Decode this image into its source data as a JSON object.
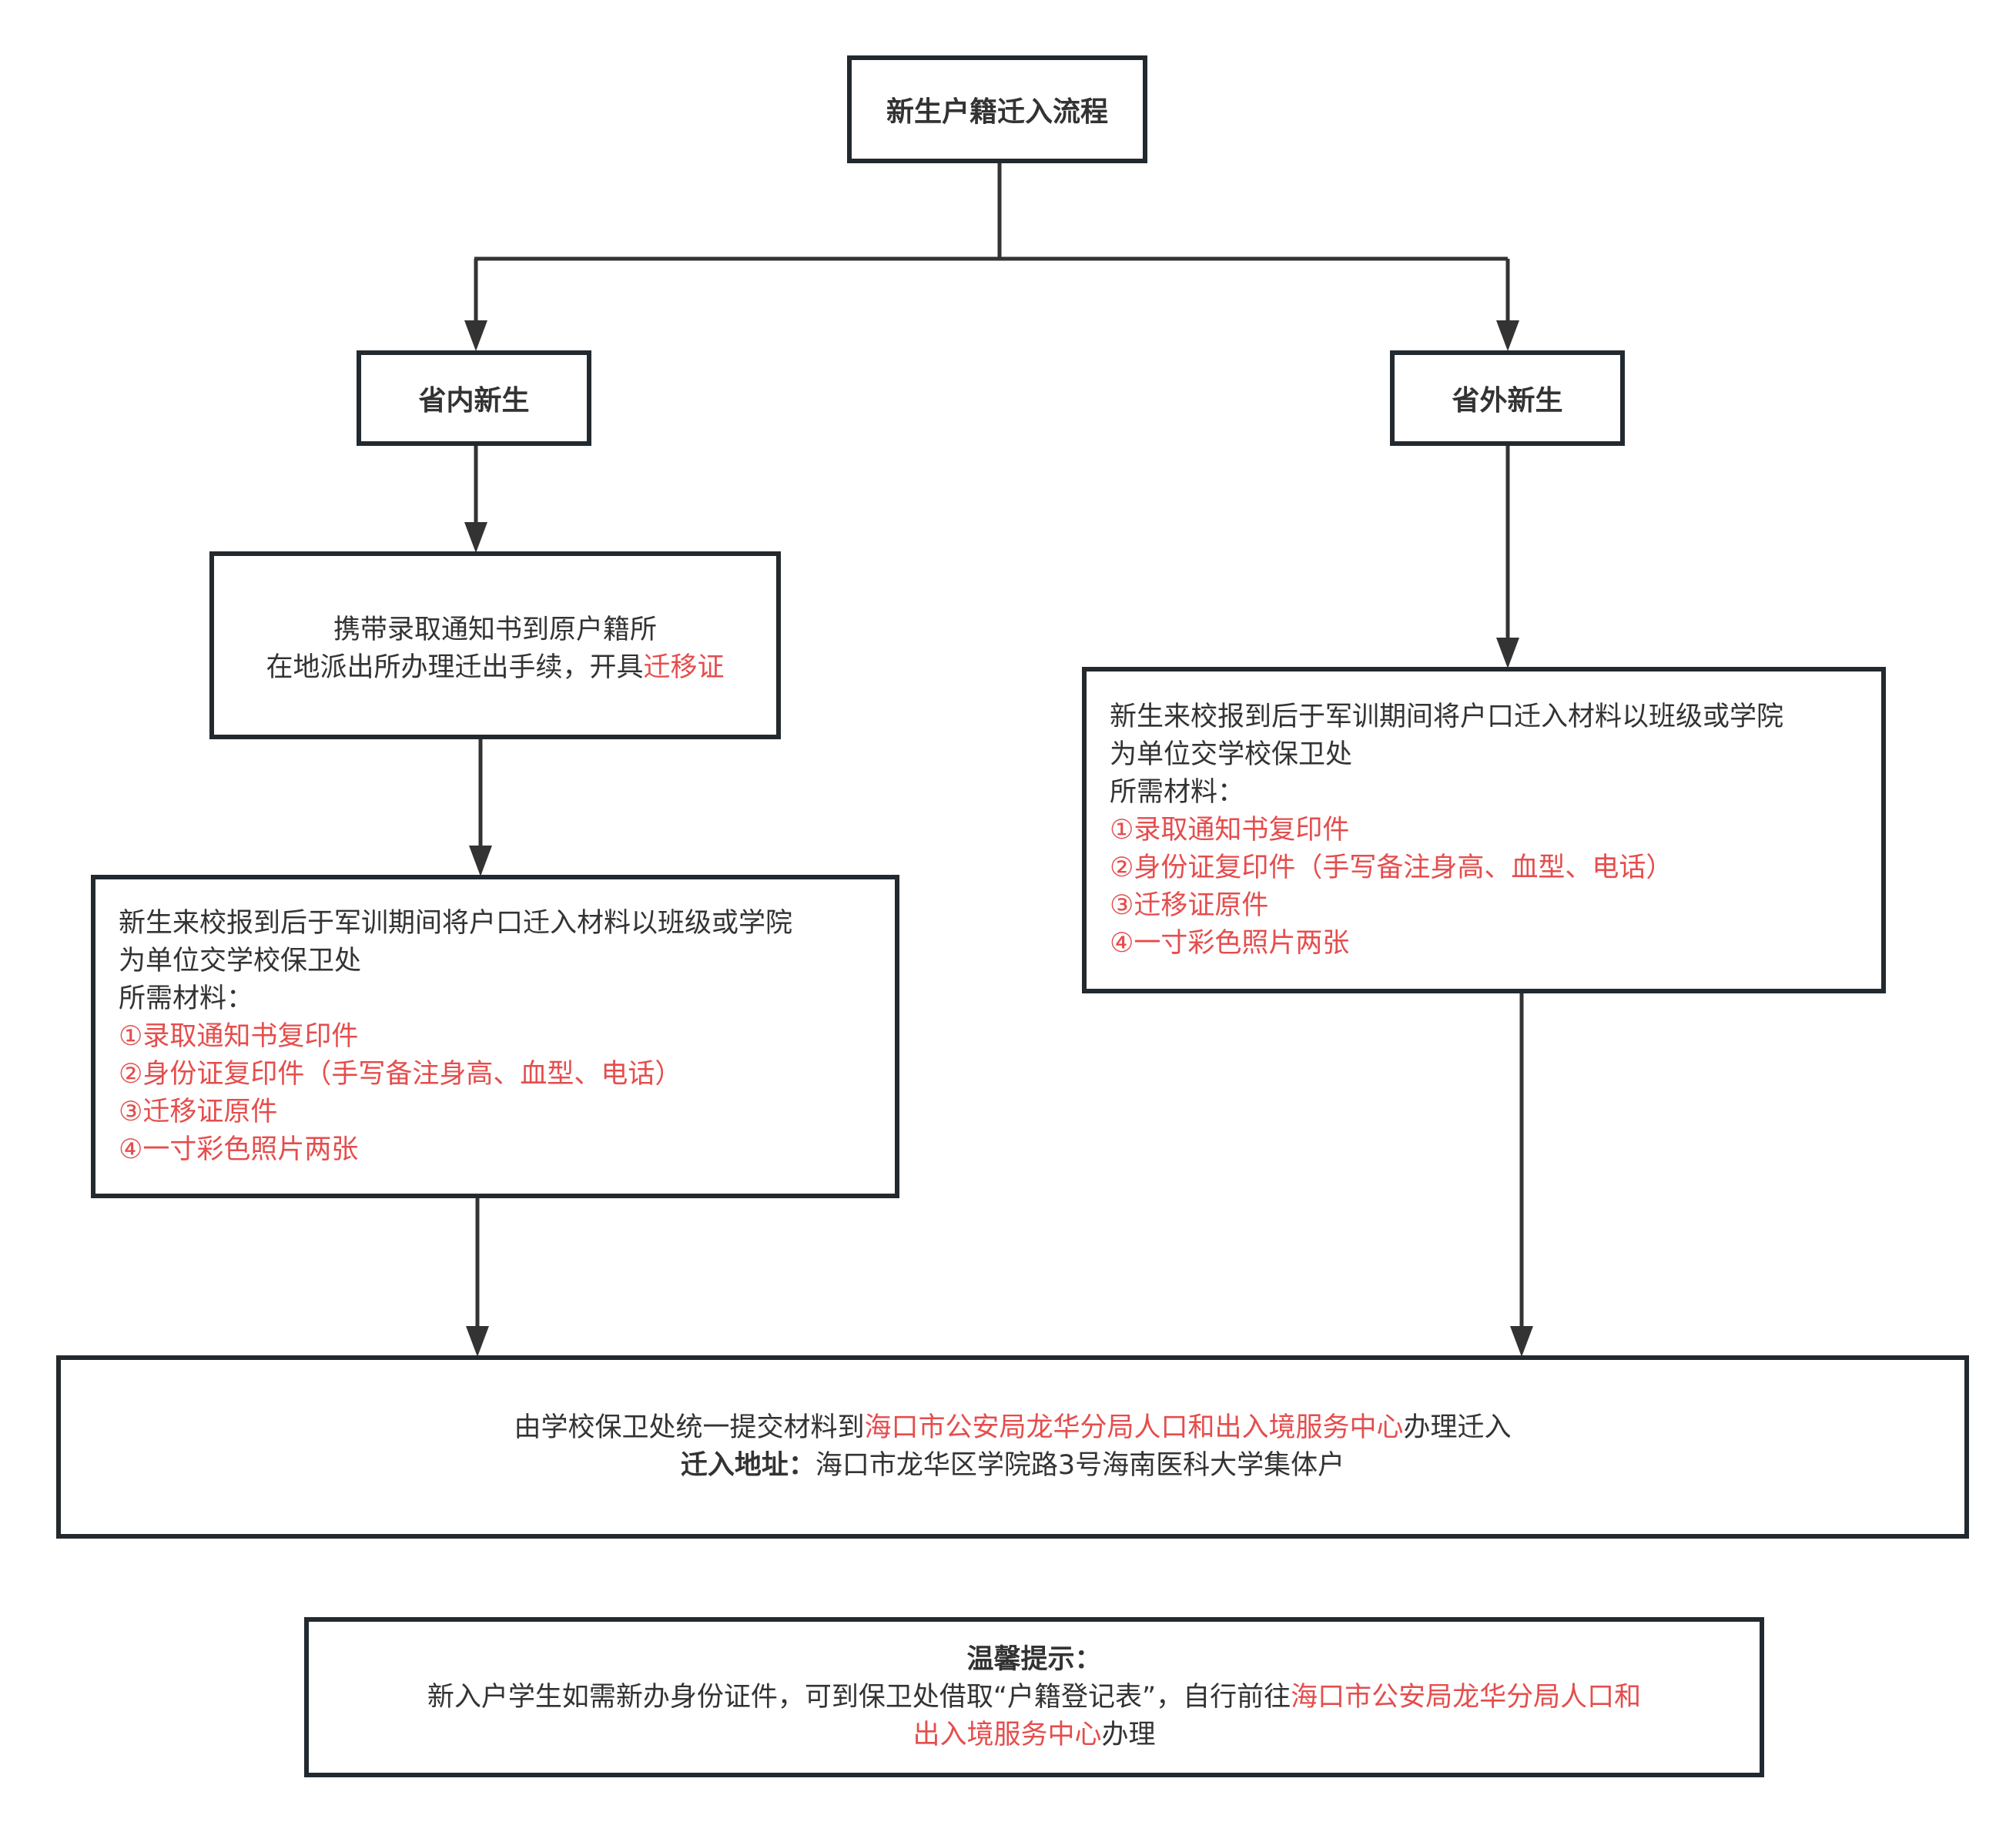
{
  "colors": {
    "text": "#333333",
    "highlight": "#e54d4d",
    "border": "#222a30",
    "connector": "#333333"
  },
  "title": "新生户籍迁入流程",
  "branches": {
    "in_province": {
      "label": "省内新生",
      "step1": {
        "line1": "携带录取通知书到原户籍所",
        "line2_prefix": "在地派出所办理迁出手续，开具",
        "line2_highlight": "迁移证"
      },
      "step2": {
        "intro_line1": "新生来校报到后于军训期间将户口迁入材料以班级或学院",
        "intro_line2": "为单位交学校保卫处",
        "materials_label": "所需材料：",
        "materials": [
          "①录取通知书复印件",
          "②身份证复印件（手写备注身高、血型、电话）",
          "③迁移证原件",
          "④一寸彩色照片两张"
        ]
      }
    },
    "out_province": {
      "label": "省外新生",
      "step1": {
        "intro_line1": "新生来校报到后于军训期间将户口迁入材料以班级或学院",
        "intro_line2": "为单位交学校保卫处",
        "materials_label": "所需材料：",
        "materials": [
          "①录取通知书复印件",
          "②身份证复印件（手写备注身高、血型、电话）",
          "③迁移证原件",
          "④一寸彩色照片两张"
        ]
      }
    }
  },
  "final_step": {
    "line1_prefix": "由学校保卫处统一提交材料到",
    "line1_highlight": "海口市公安局龙华分局人口和出入境服务中心",
    "line1_suffix": "办理迁入",
    "address_label": "迁入地址：",
    "address_value": "海口市龙华区学院路3号海南医科大学集体户"
  },
  "tip": {
    "heading": "温馨提示：",
    "line1_prefix": "新入户学生如需新办身份证件，可到保卫处借取“户籍登记表”，自行前往",
    "line1_highlight": "海口市公安局龙华分局人口和",
    "line2_highlight": "出入境服务中心",
    "line2_suffix": "办理"
  }
}
